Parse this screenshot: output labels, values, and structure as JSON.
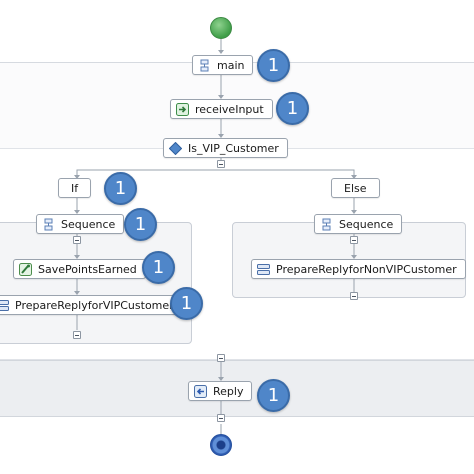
{
  "activities": {
    "main": {
      "label": "main",
      "icon": "scope-icon",
      "badge": "1"
    },
    "receive_input": {
      "label": "receiveInput",
      "icon": "receive-icon",
      "badge": "1"
    },
    "is_vip_customer": {
      "label": "Is_VIP_Customer",
      "icon": "decision-icon"
    },
    "if_branch": {
      "label": "If",
      "badge": "1"
    },
    "else_branch": {
      "label": "Else"
    },
    "sequence_if": {
      "label": "Sequence",
      "icon": "sequence-icon",
      "badge": "1"
    },
    "save_points_earned": {
      "label": "SavePointsEarned",
      "icon": "java-snippet-icon",
      "badge": "1"
    },
    "prepare_reply_vip": {
      "label": "PrepareReplyforVIPCustomer",
      "icon": "assign-icon",
      "badge": "1"
    },
    "sequence_else": {
      "label": "Sequence",
      "icon": "sequence-icon"
    },
    "prepare_reply_non_vip": {
      "label": "PrepareReplyforNonVIPCustomer",
      "icon": "assign-icon"
    },
    "reply": {
      "label": "Reply",
      "icon": "reply-icon",
      "badge": "1"
    }
  },
  "colors": {
    "badge": "#4f86c9",
    "start": "#4caf50",
    "end": "#2e5bb0",
    "wire": "#9aa3ae"
  }
}
